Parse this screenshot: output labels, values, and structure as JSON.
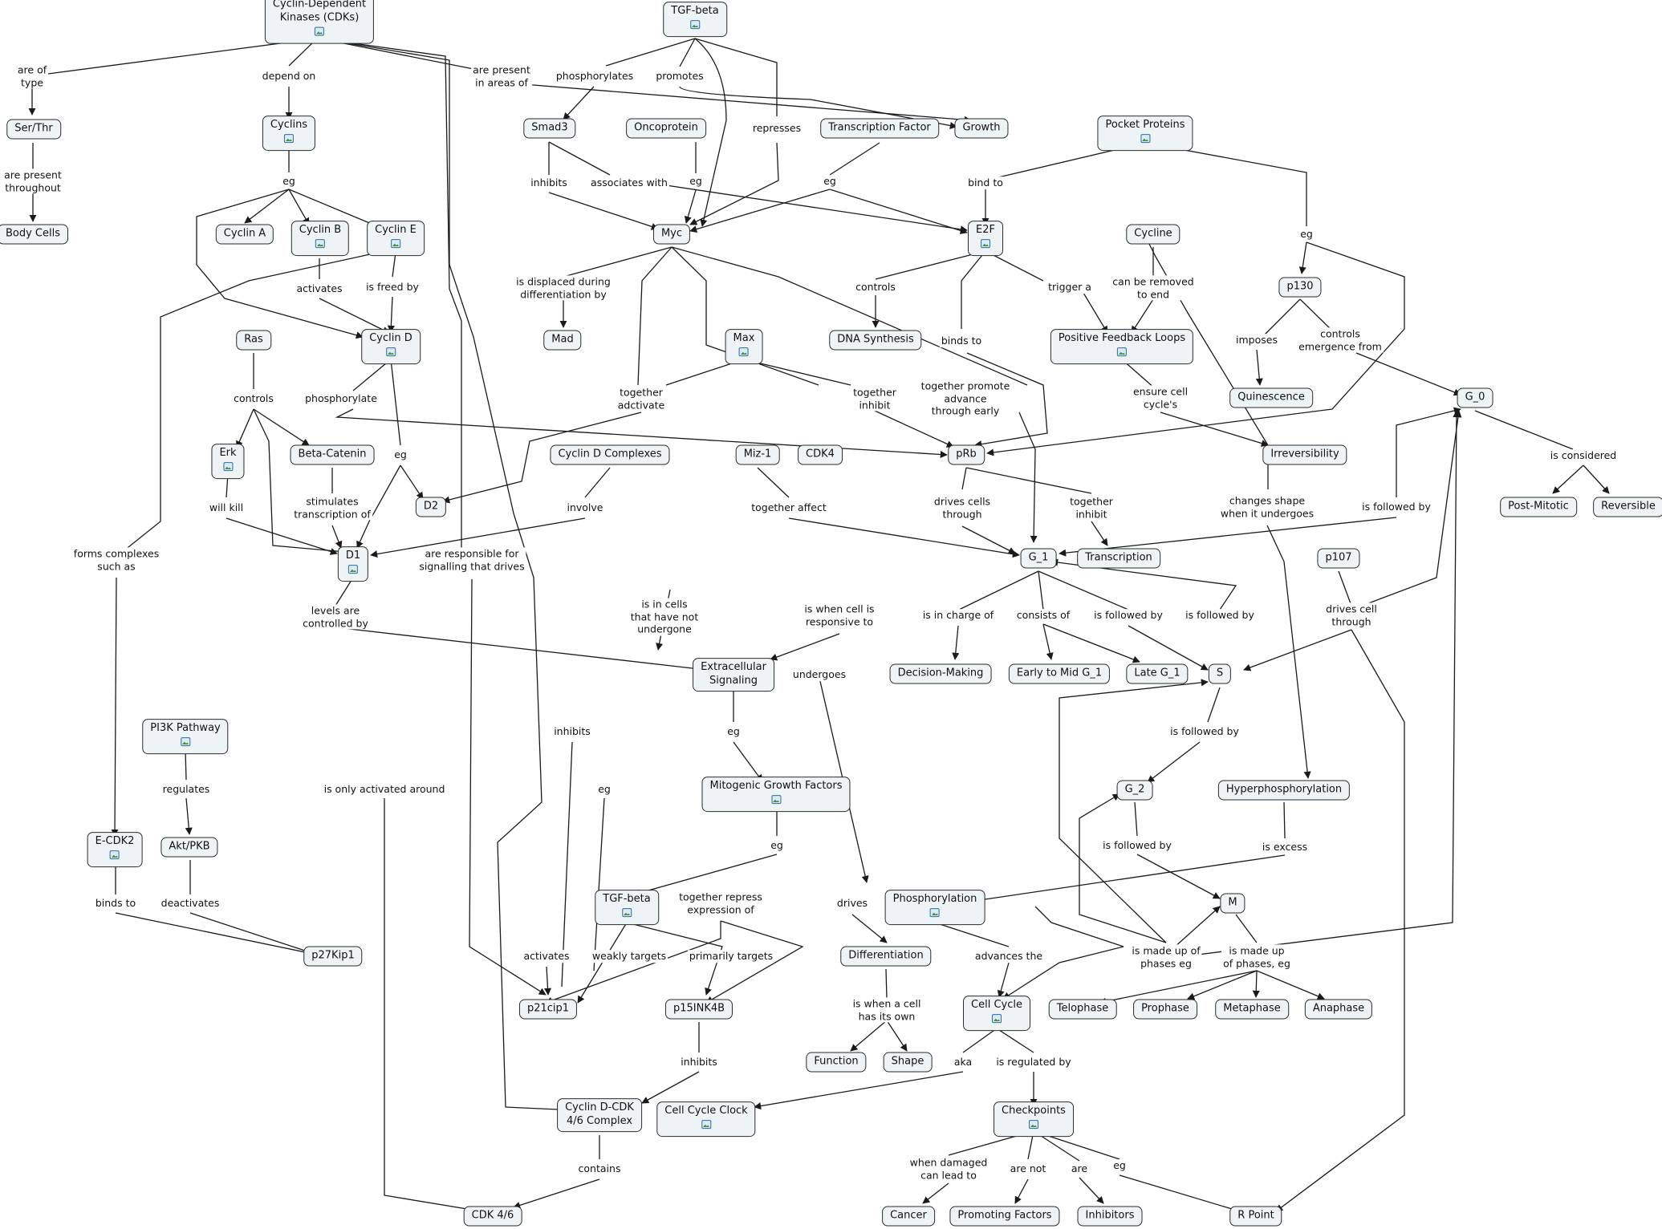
{
  "concepts": {
    "cdks": "Cyclin-Dependent\nKinases (CDKs)",
    "tgfbeta_top": "TGF-beta",
    "serthr": "Ser/Thr",
    "body_cells": "Body Cells",
    "cyclins": "Cyclins",
    "cyclin_a": "Cyclin A",
    "cyclin_b": "Cyclin B",
    "cyclin_e": "Cyclin E",
    "cyclin_d": "Cyclin D",
    "smad3": "Smad3",
    "oncoprotein": "Oncoprotein",
    "transcription_factor": "Transcription Factor",
    "growth": "Growth",
    "pocket_proteins": "Pocket Proteins",
    "myc": "Myc",
    "e2f": "E2F",
    "cycline": "Cycline",
    "p130": "p130",
    "mad": "Mad",
    "dna_synthesis": "DNA Synthesis",
    "max": "Max",
    "positive_feedback": "Positive Feedback Loops",
    "quinescence": "Quinescence",
    "g0": "G_0",
    "ras": "Ras",
    "erk": "Erk",
    "beta_catenin": "Beta-Catenin",
    "cyclin_d_complexes": "Cyclin D Complexes",
    "miz1": "Miz-1",
    "cdk4": "CDK4",
    "prb": "pRb",
    "irreversibility": "Irreversibility",
    "post_mitotic": "Post-Mitotic",
    "reversible": "Reversible",
    "d2": "D2",
    "d1": "D1",
    "g1": "G_1",
    "transcription": "Transcription",
    "p107": "p107",
    "extracellular": "Extracellular\nSignaling",
    "decision_making": "Decision-Making",
    "early_mid_g1": "Early to Mid G_1",
    "late_g1": "Late G_1",
    "s": "S",
    "pi3k": "PI3K Pathway",
    "mitogenic": "Mitogenic Growth Factors",
    "g2": "G_2",
    "hyperphosphorylation": "Hyperphosphorylation",
    "ecdk2": "E-CDK2",
    "aktpkb": "Akt/PKB",
    "tgfbeta_low": "TGF-beta",
    "phosphorylation": "Phosphorylation",
    "m": "M",
    "p27kip1": "p27Kip1",
    "differentiation": "Differentiation",
    "p21cip1": "p21cip1",
    "p15ink4b": "p15INK4B",
    "cell_cycle": "Cell Cycle",
    "telophase": "Telophase",
    "prophase": "Prophase",
    "metaphase": "Metaphase",
    "anaphase": "Anaphase",
    "function": "Function",
    "shape": "Shape",
    "cyclin_d_cdk": "Cyclin D-CDK\n4/6 Complex",
    "cell_cycle_clock": "Cell Cycle Clock",
    "checkpoints": "Checkpoints",
    "cancer": "Cancer",
    "promoting_factors": "Promoting Factors",
    "inhibitors": "Inhibitors",
    "r_point": "R Point",
    "cdk46": "CDK 4/6"
  },
  "linking_phrases": {
    "are_of_type": "are of\ntype",
    "depend_on": "depend on",
    "are_present_in_areas": "are present\nin areas of",
    "phosphorylates_smad": "phosphorylates",
    "promotes": "promotes",
    "represses": "represses",
    "are_present_throughout": "are present\nthroughout",
    "eg_cyclins": "eg",
    "inhibits_smad": "inhibits",
    "associates_with": "associates with",
    "eg_onco": "eg",
    "eg_tf": "eg",
    "bind_to": "bind to",
    "eg_pocket": "eg",
    "activates_cycd": "activates",
    "is_freed_by": "is freed by",
    "displaced": "is displaced during\ndifferentiation by",
    "controls_e2f": "controls",
    "trigger_a": "trigger a",
    "removed_to_end": "can be removed\nto end",
    "imposes": "imposes",
    "controls_emergence": "controls\nemergence from",
    "binds_to_e2f": "binds to",
    "controls_ras": "controls",
    "phosphorylate": "phosphorylate",
    "together_adctivate": "together\nadctivate",
    "together_inhibit": "together\ninhibit",
    "together_promote": "together promote\nadvance\nthrough early",
    "ensure_cell": "ensure cell\ncycle's",
    "eg_cycd": "eg",
    "is_considered": "is considered",
    "will_kill": "will kill",
    "stimulates": "stimulates\ntranscription of",
    "involve": "involve",
    "together_affect": "together affect",
    "drives_cells_through": "drives cells\nthrough",
    "together_inhibit2": "together\ninhibit",
    "changes_shape": "changes shape\nwhen it undergoes",
    "is_followed_by_g0": "is followed by",
    "forms_complexes": "forms complexes\nsuch as",
    "are_responsible": "are responsible for\nsignalling that drives",
    "levels_controlled": "levels are\ncontrolled by",
    "in_cells_not": "is in cells\nthat have not\nundergone",
    "responsive_to": "is when cell is\nresponsive to",
    "in_charge_of": "is in charge of",
    "consists_of": "consists of",
    "is_followed_by_s": "is followed by",
    "is_followed_by_g1": "is followed by",
    "drives_cell_through": "drives cell\nthrough",
    "undergoes": "undergoes",
    "eg_extra": "eg",
    "inhibits_left": "inhibits",
    "is_followed_by_g2": "is followed by",
    "regulates": "regulates",
    "is_only_activated": "is only activated around",
    "eg_mid": "eg",
    "eg_mito": "eg",
    "is_followed_by_m": "is followed by",
    "is_excess": "is excess",
    "binds_to_ecdk": "binds to",
    "deactivates": "deactivates",
    "together_repress": "together repress\nexpression of",
    "drives": "drives",
    "activates_p": "activates",
    "weakly_targets": "weakly targets",
    "primarily_targets": "primarily targets",
    "advances_the": "advances the",
    "made_up_eg": "is made up of\nphases eg",
    "made_up_eg2": "is made up\nof phases, eg",
    "when_cell_own": "is when a cell\nhas its own",
    "inhibits_p15": "inhibits",
    "aka": "aka",
    "is_regulated_by": "is regulated by",
    "contains": "contains",
    "when_damaged": "when damaged\ncan lead to",
    "are_not": "are not",
    "are": "are",
    "eg_check": "eg"
  }
}
